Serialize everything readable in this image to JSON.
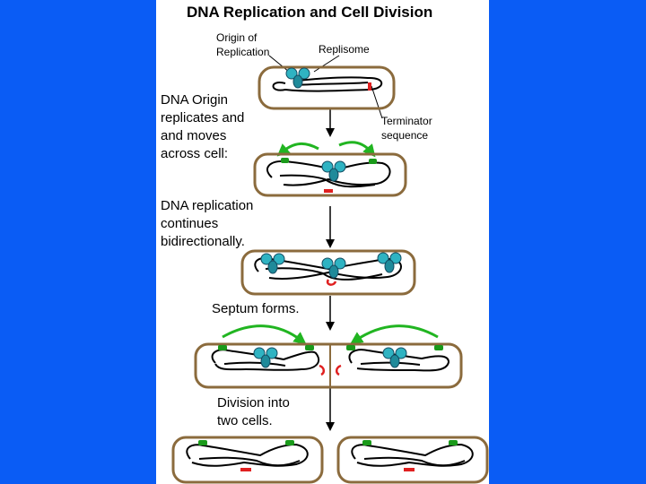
{
  "title": "DNA Replication and Cell Division",
  "labels": {
    "origin": "Origin of\nReplication",
    "replisome": "Replisome",
    "terminator": "Terminator\nsequence",
    "step1": "DNA Origin\nreplicates and\nand moves\nacross cell:",
    "step2": "DNA replication\ncontinues\nbidirectionally.",
    "step3": "Septum forms.",
    "step4": "Division into\ntwo cells."
  },
  "colors": {
    "background": "#0a5cf5",
    "panel": "#ffffff",
    "cell_wall": "#8b6b3d",
    "dna": "#000000",
    "origin_marker": "#1a9a1a",
    "terminator_marker": "#e02020",
    "replisome": "#2fb3c2",
    "movement_arrow": "#21b521"
  }
}
